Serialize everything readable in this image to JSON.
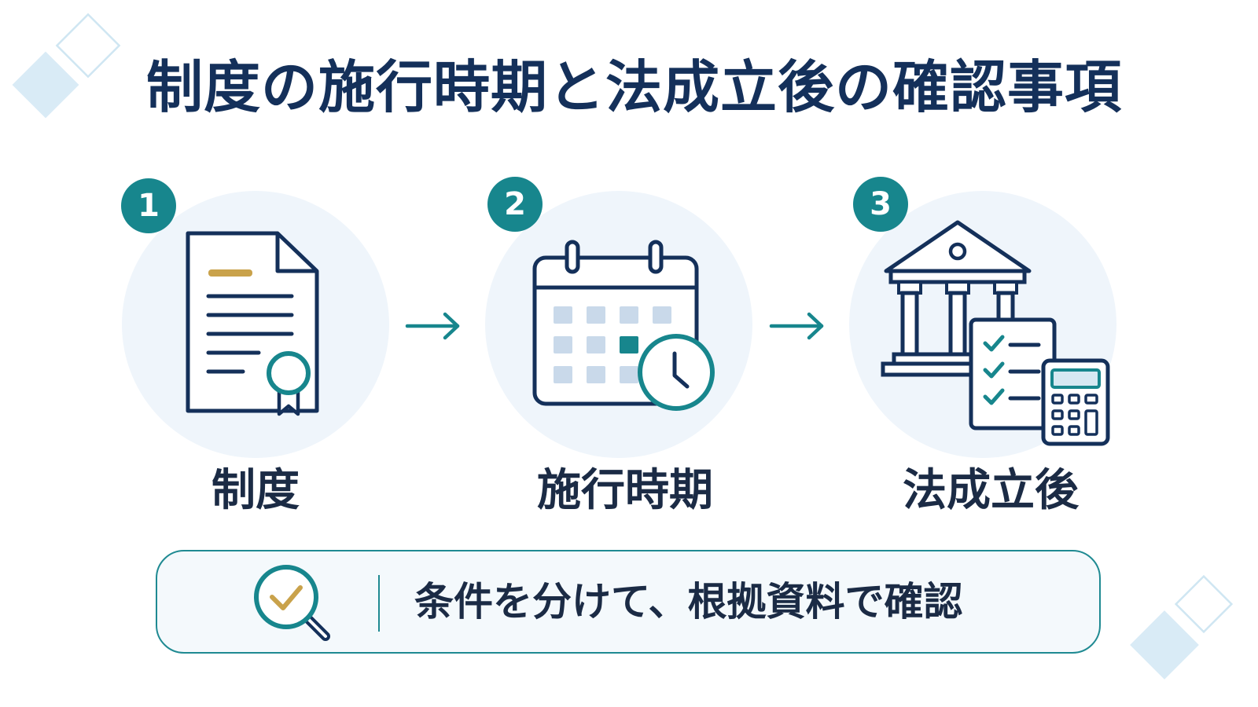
{
  "title": "制度の施行時期と法成立後の確認事項",
  "steps": [
    {
      "number": "1",
      "label": "制度",
      "icon": "document-certificate-icon"
    },
    {
      "number": "2",
      "label": "施行時期",
      "icon": "calendar-clock-icon"
    },
    {
      "number": "3",
      "label": "法成立後",
      "icon": "government-building-checklist-calculator-icon"
    }
  ],
  "summary": {
    "text": "条件を分けて、根拠資料で確認",
    "icon": "magnifier-check-icon"
  },
  "colors": {
    "navy": "#14305a",
    "teal": "#17868d",
    "gold": "#c9a24b",
    "circle_bg": "#eff5fb",
    "calendar_cell": "#c9d9ea"
  }
}
